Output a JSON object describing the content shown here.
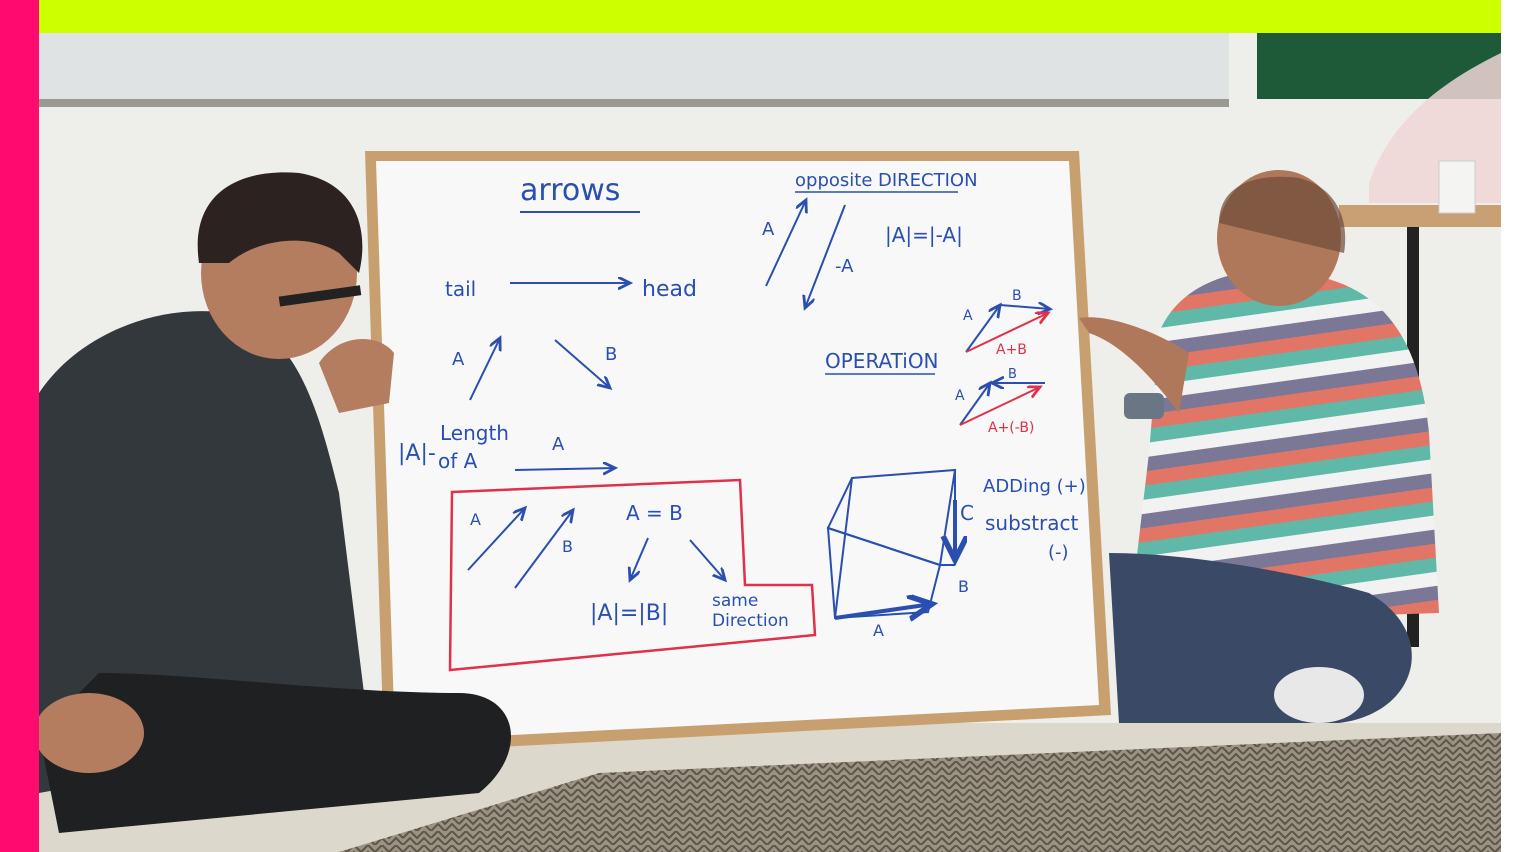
{
  "scene": {
    "description_colors": {
      "left_frame": "#ff0a6e",
      "top_frame": "#ccff00",
      "wall": "#eeeeea",
      "board_frame": "#c8a070",
      "board_surface": "#f7f8f7",
      "marker_blue": "#2a4fb0",
      "marker_red": "#e0304a"
    }
  },
  "whiteboard": {
    "title": "arrows",
    "tail": "tail",
    "head": "head",
    "vec_a": "A",
    "vec_b": "B",
    "neg_a": "-A",
    "length_abs": "|A|-",
    "length_word": "Length",
    "length_of": "of A",
    "equal_vectors": "A = B",
    "equal_magnitude": "|A|=|B|",
    "same": "same",
    "direction": "Direction",
    "opposite": "opposite",
    "direction_caps": "DIRECTION",
    "magnitude_eq": "|A|=|-A|",
    "operation": "OPERATiON",
    "sum_label": "A+B",
    "diff_label": "A+(-B)",
    "adding": "ADDing (+)",
    "substract": "substract",
    "minus": "(-)",
    "vec_c": "C"
  }
}
